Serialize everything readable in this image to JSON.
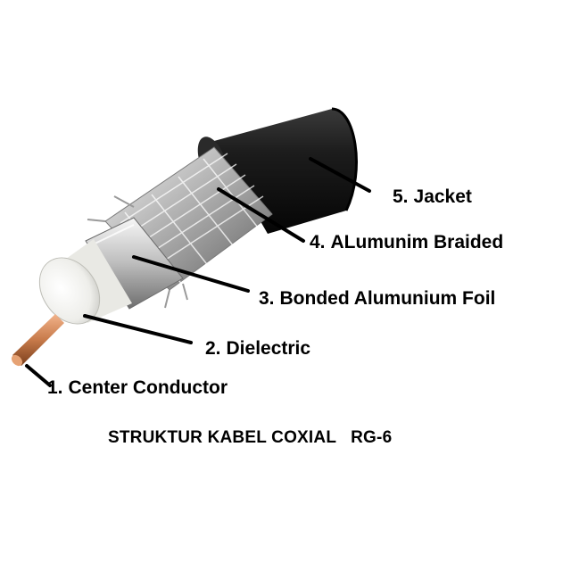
{
  "layers": [
    {
      "key": "jacket",
      "number": "5.",
      "text": "Jacket"
    },
    {
      "key": "braid",
      "number": "4.",
      "text": "ALumunim Braided"
    },
    {
      "key": "foil",
      "number": "3.",
      "text": "Bonded Alumunium Foil"
    },
    {
      "key": "dielectric",
      "number": "2.",
      "text": "Dielectric"
    },
    {
      "key": "conductor",
      "number": "1.",
      "text": "Center Conductor"
    }
  ],
  "title": {
    "main": "STRUKTUR KABEL COXIAL",
    "model": "RG-6"
  },
  "colors": {
    "jacket": "#1a1a1a",
    "braid": "#b8b8b8",
    "foil": "#d9d9d9",
    "dielectric": "#f4f4f2",
    "conductor": "#c77a4a",
    "text": "#000000"
  }
}
